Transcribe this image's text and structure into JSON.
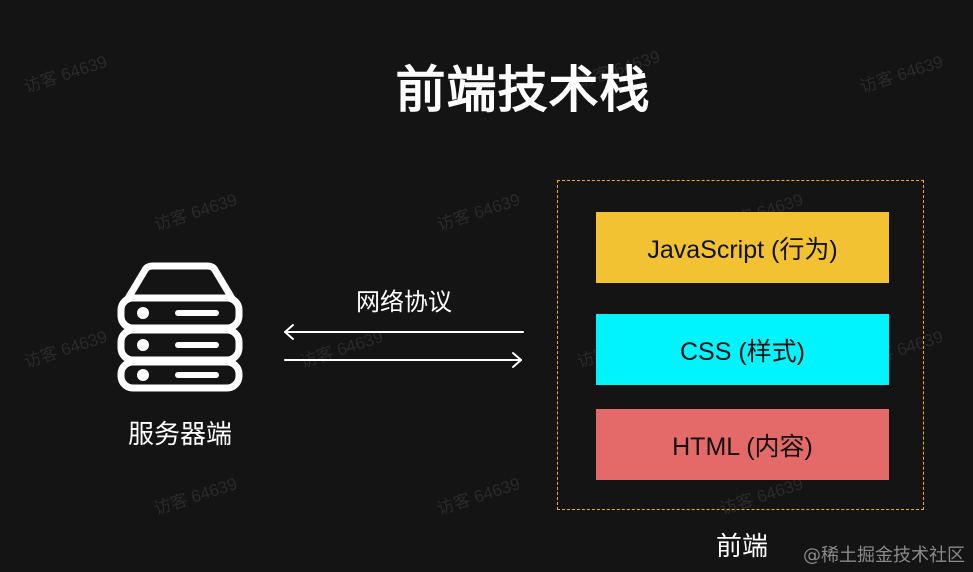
{
  "title": "前端技术栈",
  "server": {
    "label": "服务器端",
    "icon": "server-rack-icon"
  },
  "connection": {
    "label": "网络协议",
    "arrows": [
      "arrow-left-icon",
      "arrow-right-icon"
    ]
  },
  "frontend": {
    "label": "前端",
    "border_color": "#f0a935",
    "layers": [
      {
        "label": "JavaScript (行为)",
        "color": "#f2c233"
      },
      {
        "label": "CSS (样式)",
        "color": "#00f4fd"
      },
      {
        "label": "HTML (内容)",
        "color": "#e46a6a"
      }
    ]
  },
  "watermark_text": "访客 64639",
  "credit": "@稀土掘金技术社区"
}
